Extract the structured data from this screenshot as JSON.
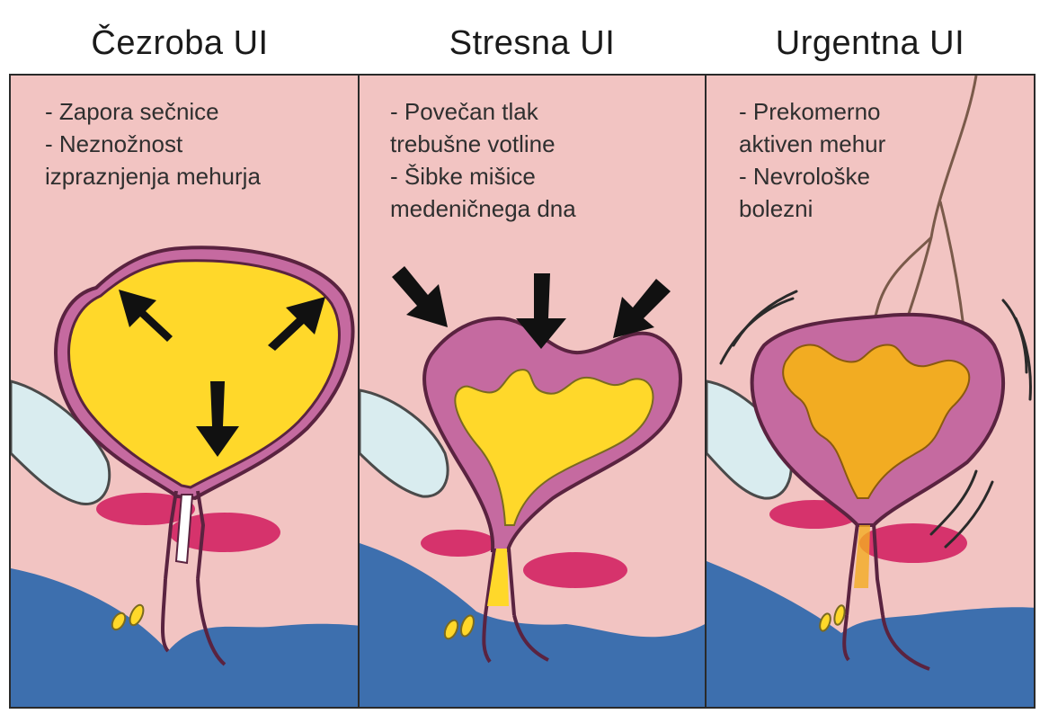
{
  "panels": [
    {
      "title": "Čezroba UI",
      "notes": [
        "- Zapora sečnice",
        "- Neznožnost",
        "izpraznjenja mehurja"
      ]
    },
    {
      "title": "Stresna UI",
      "notes": [
        "- Povečan tlak",
        "trebušne votline",
        "- Šibke mišice",
        "medeničnega dna"
      ]
    },
    {
      "title": "Urgentna UI",
      "notes": [
        "- Prekomerno",
        "aktiven mehur",
        "- Nevrološke",
        "bolezni"
      ]
    }
  ],
  "colors": {
    "background_tissue": "#f2c4c2",
    "pelvic_floor": "#3d6fae",
    "bladder_wall": "#c56aa0",
    "bladder_outline": "#5a2340",
    "urine": "#ffd82a",
    "urine_urgent": "#f2ac22",
    "pubic_bone": "#d9ecef",
    "sphincter": "#d6336c",
    "arrow": "#111111"
  }
}
